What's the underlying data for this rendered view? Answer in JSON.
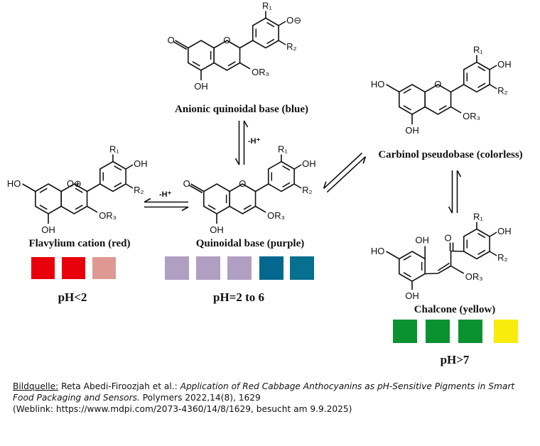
{
  "molecules": {
    "anionic": {
      "name": "Anionic quinoidal base (blue)",
      "atoms": [
        "O",
        "O",
        "OH",
        "OR₃",
        "R₁",
        "O⊖",
        "R₂"
      ]
    },
    "flavylium": {
      "name": "Flavylium cation (red)",
      "atoms": [
        "HO",
        "O⊕",
        "OH",
        "OR₃",
        "R₁",
        "OH",
        "R₂"
      ]
    },
    "quinoidal": {
      "name": "Quinoidal base (purple)",
      "atoms": [
        "O",
        "O",
        "OH",
        "OR₃",
        "R₁",
        "OH",
        "R₂"
      ]
    },
    "carbinol": {
      "name": "Carbinol pseudobase (colorless)",
      "atoms": [
        "HO",
        "O",
        "OH",
        "OR₃",
        "R₁",
        "OH",
        "R₂",
        "OH"
      ]
    },
    "chalcone": {
      "name": "Chalcone (yellow)",
      "atoms": [
        "HO",
        "OH",
        "O",
        "OR₃",
        "R₁",
        "OH",
        "R₂"
      ]
    }
  },
  "arrows": {
    "deprotonation_label": "-H⁺"
  },
  "ph_groups": [
    {
      "label": "pH<2",
      "swatches": [
        "#e8000b",
        "#e8000b",
        "#de9a92"
      ]
    },
    {
      "label": "pH=2 to 6",
      "swatches": [
        "#b09fc2",
        "#b09fc2",
        "#b09fc2",
        "#04678e",
        "#07708f"
      ]
    },
    {
      "label": "pH>7",
      "swatches": [
        "#0a9231",
        "#0a9231",
        "#0a9231",
        "#f9eb0b"
      ]
    }
  ],
  "caption": {
    "source_label": "Bildquelle:",
    "authors": " Reta Abedi-Firoozjah et al.: ",
    "title": "Application of Red Cabbage Anthocyanins as pH-Sensitive Pigments in Smart Food Packaging and Sensors.",
    "journal": " Polymers 2022,14(8), 1629",
    "weblink": "(Weblink: https://www.mdpi.com/2073-4360/14/8/1629, besucht am 9.9.2025)"
  }
}
